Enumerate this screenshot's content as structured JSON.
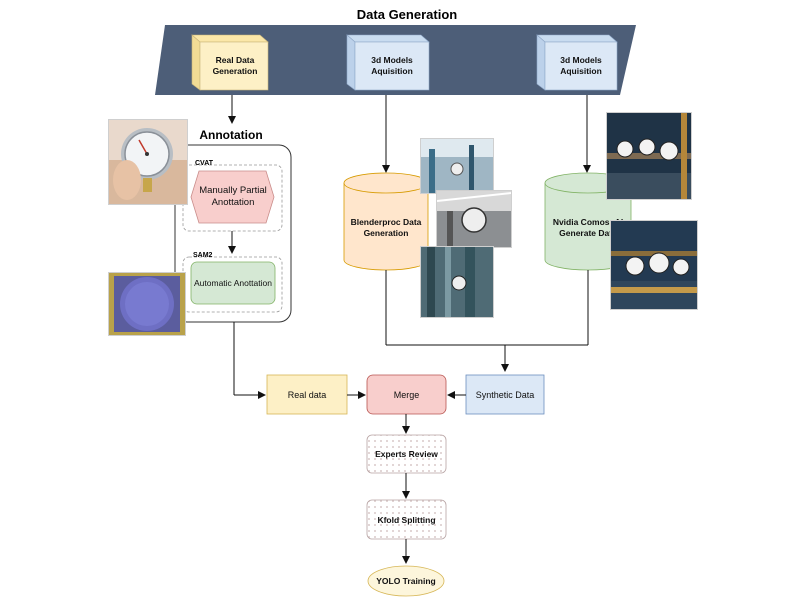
{
  "header": {
    "title": "Data Generation"
  },
  "parallelogram_boxes": [
    {
      "label": "Real Data Generation",
      "color": "#fdf0c6"
    },
    {
      "label": "3d Models Aquisition",
      "color": "#dce8f6"
    },
    {
      "label": "3d Models Aquisition",
      "color": "#dce8f6"
    }
  ],
  "annotation": {
    "title": "Annotation",
    "cvat_label": "CVAT",
    "manual_label": "Manually Partial Anottation",
    "sam2_label": "SAM2",
    "auto_label": "Automatic Anottation"
  },
  "cylinders": {
    "blender": "Blenderproc Data Generation",
    "nvidia": "Nvidia Comos -AI Generate Data"
  },
  "flow": {
    "real_data": "Real data",
    "merge": "Merge",
    "synthetic": "Synthetic Data",
    "experts": "Experts Review",
    "kfold": "Kfold Splitting",
    "yolo": "YOLO Training"
  },
  "colors": {
    "banner": "#4d5e78",
    "yellow": "#fdf0c6",
    "blue": "#dce8f6",
    "red": "#f8cecc",
    "green": "#d5e8d4",
    "cyl_orange": "#ffe6cc",
    "cyl_green": "#d5e8d4"
  },
  "icons": [
    "pressure-gauge-photo",
    "purple-gauge-photo",
    "industrial-scene-photo",
    "pipe-gauges-photo"
  ]
}
